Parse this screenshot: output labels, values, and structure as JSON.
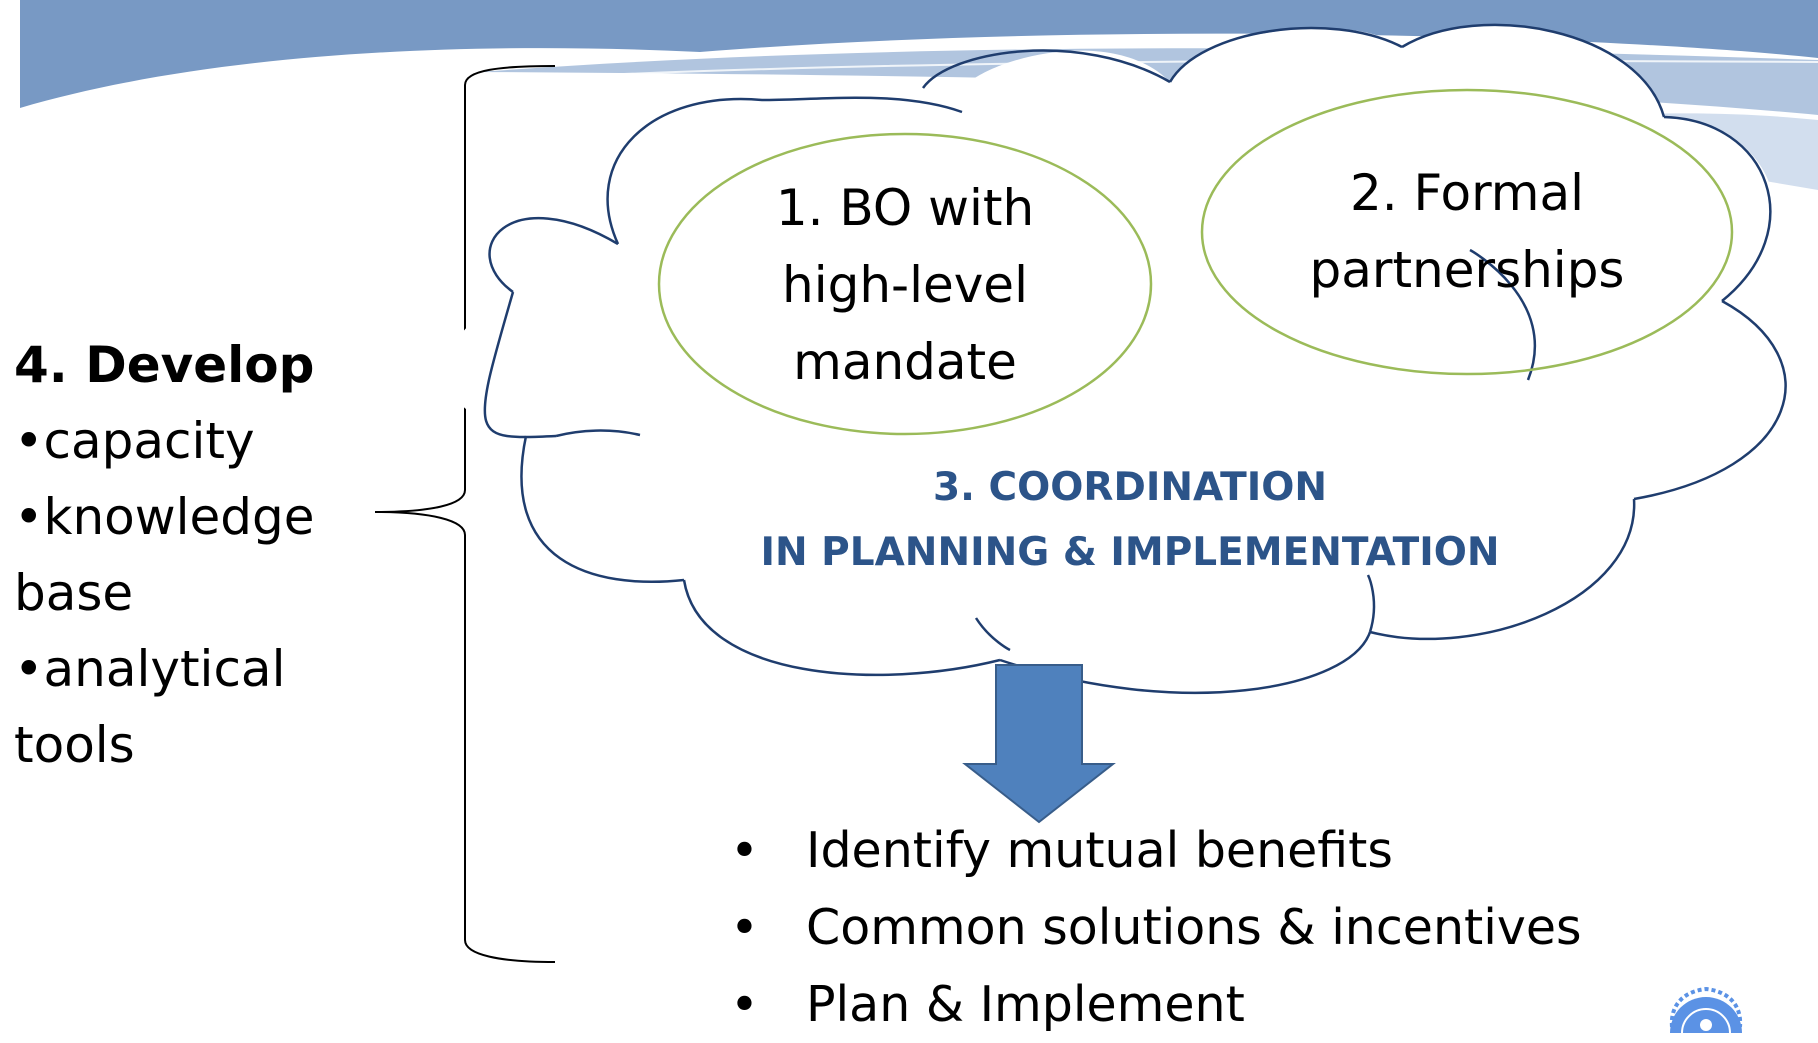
{
  "diagram": {
    "node1": {
      "lines": [
        "1. BO with",
        "high-level",
        "mandate"
      ]
    },
    "node2": {
      "lines": [
        "2. Formal",
        "partnerships"
      ]
    },
    "node3": {
      "lines": [
        "3. COORDINATION",
        "IN PLANNING & IMPLEMENTATION"
      ]
    },
    "node4": {
      "title": "4. Develop",
      "items": [
        "•capacity",
        "•knowledge",
        "base",
        "•analytical",
        "tools"
      ]
    },
    "outcomes": [
      {
        "bullet": "•",
        "text": "Identify mutual benefits"
      },
      {
        "bullet": "•",
        "text": "Common solutions & incentives"
      },
      {
        "bullet": "•",
        "text": "Plan & Implement"
      }
    ]
  },
  "colors": {
    "banner": "#7899c4",
    "cloud_stroke": "#1f3d6e",
    "ellipse_stroke": "#9bbb59",
    "coordination_text": "#2c5489",
    "arrow_fill": "#4f81bd",
    "arrow_stroke": "#385d8a"
  },
  "icons": {
    "logo": "un-emblem-icon"
  }
}
